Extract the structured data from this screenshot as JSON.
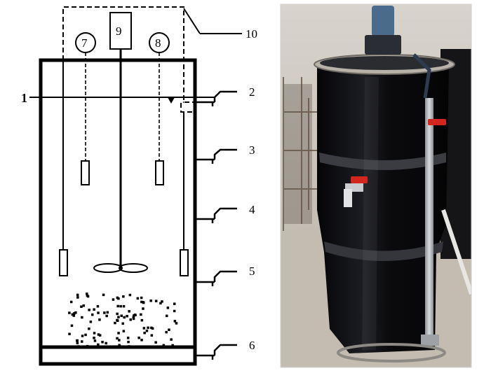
{
  "labels": {
    "l1": "1",
    "l2": "2",
    "l3": "3",
    "l4": "4",
    "l5": "5",
    "l6": "6",
    "l7": "7",
    "l8": "8",
    "l9": "9",
    "l10": "10"
  },
  "colors": {
    "line": "#000000",
    "tank_body": "#0e0e10",
    "tank_band": "#2a2c30",
    "floor": "#c9c2b8",
    "wall": "#cfcac2",
    "pipe": "#a9acb0",
    "valve": "#d3261f",
    "motor": "#4a6b8c"
  }
}
